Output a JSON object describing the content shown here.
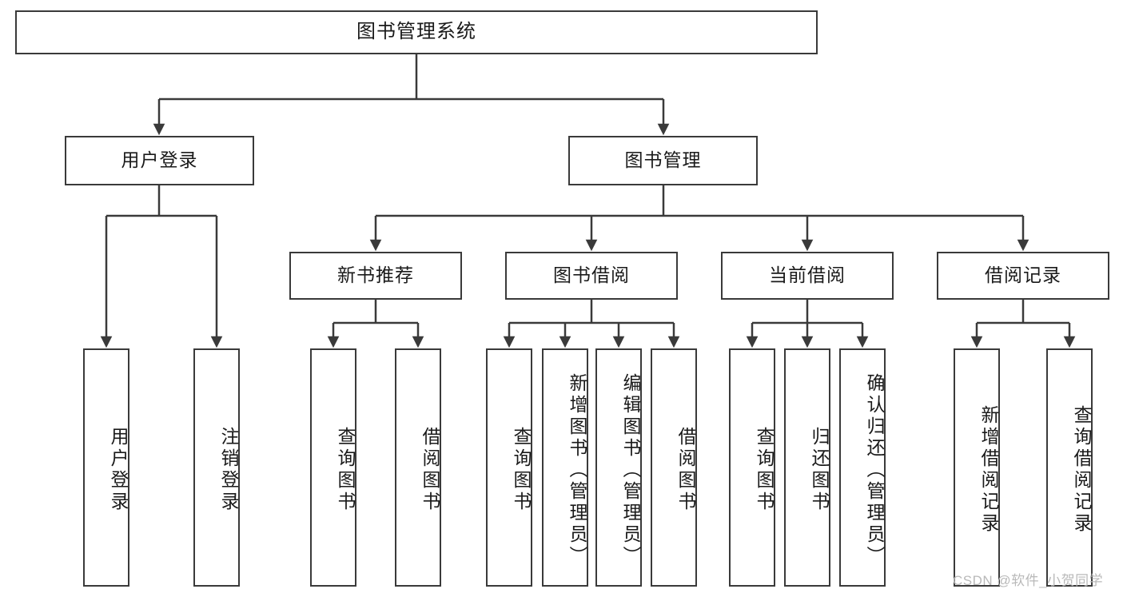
{
  "diagram": {
    "title": "图书管理系统",
    "watermark": "CSDN @软件_小贺同学",
    "colors": {
      "box_border": "#3a3a3a",
      "box_fill": "#ffffff",
      "connector": "#3a3a3a",
      "text": "#1a1a1a",
      "watermark": "#b9b9b9"
    },
    "nodes": {
      "root": {
        "label": "图书管理系统"
      },
      "level1": [
        {
          "id": "user-login",
          "label": "用户登录"
        },
        {
          "id": "book-manage",
          "label": "图书管理"
        }
      ],
      "level2": [
        {
          "id": "new-book-recommend",
          "label": "新书推荐"
        },
        {
          "id": "book-borrow",
          "label": "图书借阅"
        },
        {
          "id": "current-borrow",
          "label": "当前借阅"
        },
        {
          "id": "borrow-record",
          "label": "借阅记录"
        }
      ],
      "leaves": {
        "user_login": [
          {
            "id": "leaf-user-login",
            "label": "用户登录"
          },
          {
            "id": "leaf-logout-login",
            "label": "注销登录"
          }
        ],
        "new_book_recommend": [
          {
            "id": "leaf-query-book-1",
            "label": "查询图书"
          },
          {
            "id": "leaf-borrow-book-1",
            "label": "借阅图书"
          }
        ],
        "book_borrow": [
          {
            "id": "leaf-query-book-2",
            "label": "查询图书"
          },
          {
            "id": "leaf-add-book-admin",
            "label": "新增图书（管理员）"
          },
          {
            "id": "leaf-edit-book-admin",
            "label": "编辑图书（管理员）"
          },
          {
            "id": "leaf-borrow-book-2",
            "label": "借阅图书"
          }
        ],
        "current_borrow": [
          {
            "id": "leaf-query-book-3",
            "label": "查询图书"
          },
          {
            "id": "leaf-return-book",
            "label": "归还图书"
          },
          {
            "id": "leaf-confirm-return-admin",
            "label": "确认归还（管理员）"
          }
        ],
        "borrow_record": [
          {
            "id": "leaf-add-borrow-record",
            "label": "新增借阅记录"
          },
          {
            "id": "leaf-query-borrow-record",
            "label": "查询借阅记录"
          }
        ]
      }
    }
  }
}
